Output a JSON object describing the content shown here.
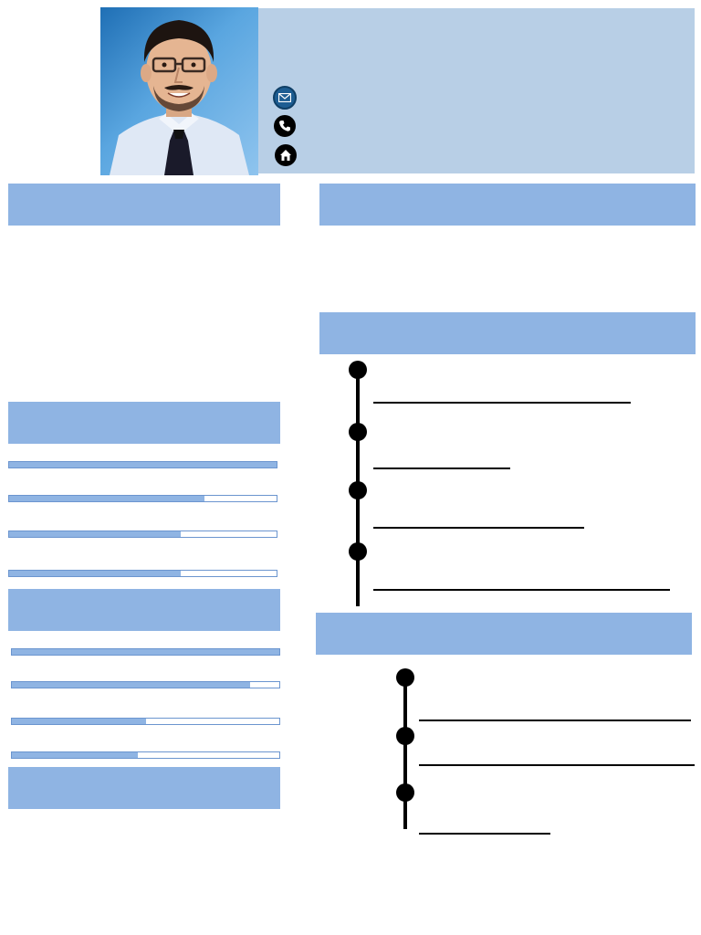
{
  "colors": {
    "header_band": "#b8cfe6",
    "section_bar": "#8fb4e3",
    "skill_border": "#6b95cf",
    "timeline": "#000000"
  },
  "contact_icons": [
    "email-icon",
    "phone-icon",
    "home-icon"
  ],
  "skills_group_1": [
    1.0,
    0.73,
    0.64,
    0.64
  ],
  "skills_group_2": [
    1.0,
    0.89,
    0.5,
    0.47
  ]
}
